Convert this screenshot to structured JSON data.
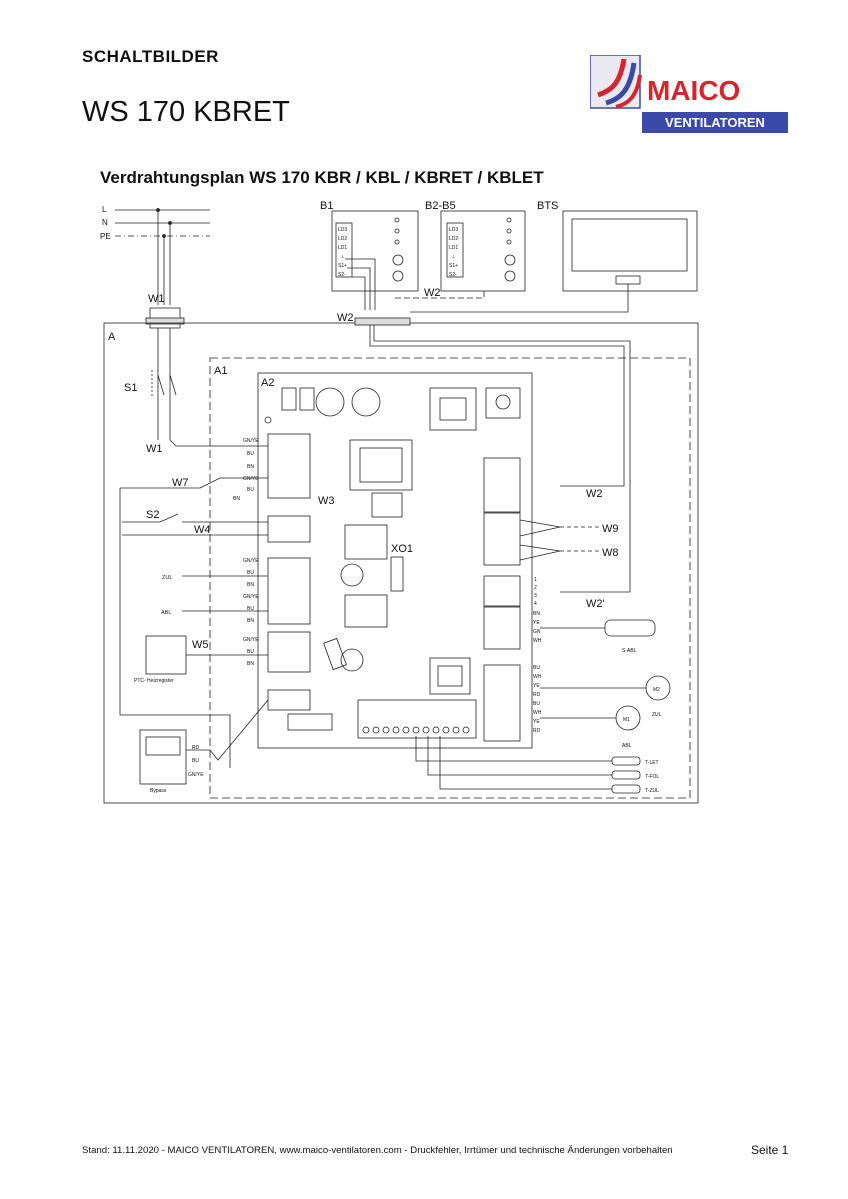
{
  "header": {
    "section_heading": "SCHALTBILDER",
    "document_title": "WS 170 KBRET"
  },
  "logo": {
    "brand_name": "MAICO",
    "brand_subtitle": "VENTILATOREN",
    "brand_color": "#d5262f",
    "subtitle_bg_color": "#3b4aa6"
  },
  "diagram": {
    "title": "Verdrahtungsplan WS 170 KBR / KBL / KBRET / KBLET",
    "mains_labels": [
      "L",
      "N",
      "PE"
    ],
    "device_labels": {
      "b1": "B1",
      "b2_b5": "B2-B5",
      "bts": "BTS"
    },
    "panel_rows": [
      "LD3",
      "LD2",
      "LD1",
      "⊥",
      "S1+",
      "S2-"
    ],
    "component_labels": {
      "a": "A",
      "a1": "A1",
      "a2": "A2",
      "w1_top": "W1",
      "w1_bottom": "W1",
      "s1": "S1",
      "w2_bus": "W2",
      "w2_under": "W2",
      "w2_right": "W2",
      "w2_prime": "W2'",
      "w3": "W3",
      "w4": "W4",
      "w5": "W5",
      "w7": "W7",
      "w8": "W8",
      "w9": "W9",
      "s2": "S2",
      "xo1": "XO1"
    },
    "terminal_labels": {
      "mains": [
        "GN/YE",
        "BU",
        "BN"
      ],
      "w7": [
        "GN/YE",
        "BU",
        "BN"
      ],
      "zul": [
        "GN/YE",
        "BU",
        "BN"
      ],
      "abl": [
        "GN/YE",
        "BU",
        "BN"
      ],
      "heater": [
        "GN/YE",
        "BU",
        "BN"
      ],
      "bypass": [
        "RD",
        "BU",
        "GN/YE"
      ],
      "sabl": [
        "BN",
        "YE",
        "GN",
        "WH"
      ],
      "m2": [
        "BU",
        "WH",
        "YE",
        "RD"
      ],
      "m1": [
        "BU",
        "WH",
        "YE",
        "RD"
      ],
      "x11": [
        "1",
        "2",
        "3",
        "4"
      ]
    },
    "peripheral_labels": {
      "zul": "ZUL",
      "abl": "ABL",
      "ptc": "PTC- Heizregister",
      "bypass": "Bypass",
      "s_abl": "S-ABL",
      "m1": "M1",
      "m2": "M2",
      "zul_fan": "ZUL",
      "abl_fan": "ABL",
      "t_let": "T-LET",
      "t_fol": "T-FOL",
      "t_zul": "T-ZUL"
    }
  },
  "footer": {
    "text": "Stand: 11.11.2020 - MAICO VENTILATOREN, www.maico-ventilatoren.com - Druckfehler, Irrtümer und technische Änderungen vorbehalten",
    "page": "Seite 1"
  }
}
